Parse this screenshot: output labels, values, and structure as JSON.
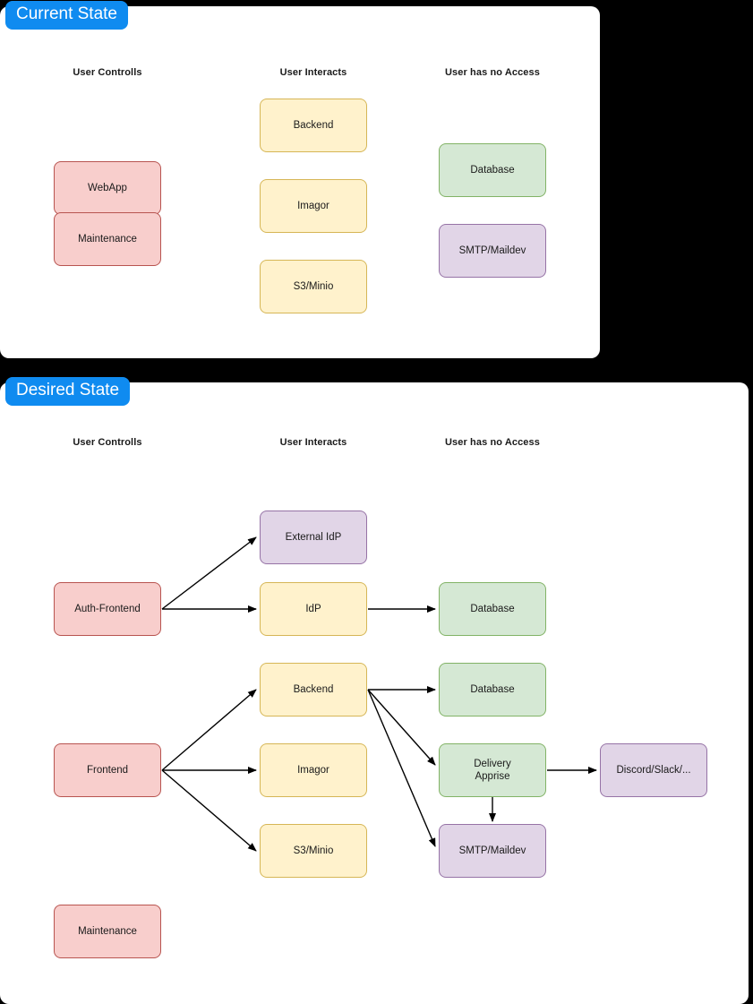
{
  "diagram": {
    "title_tabs": [
      {
        "id": "current",
        "label": "Current State"
      },
      {
        "id": "desired",
        "label": "Desired State"
      }
    ],
    "column_headers": [
      "User Controlls",
      "User Interacts",
      "User has no Access"
    ],
    "colors": {
      "tab_background": "#0f8bf0",
      "tab_text": "#ffffff",
      "panel_background": "#ffffff",
      "canvas_background": "#000000",
      "red_fill": "#f8cecc",
      "red_stroke": "#b85450",
      "yellow_fill": "#fff2cc",
      "yellow_stroke": "#d6b656",
      "green_fill": "#d5e8d4",
      "green_stroke": "#82b366",
      "purple_fill": "#e1d5e7",
      "purple_stroke": "#9673a6",
      "edge_stroke": "#000000"
    },
    "current_state": {
      "headers": {
        "controls": "User Controlls",
        "interacts": "User Interacts",
        "no_access": "User has no Access"
      },
      "nodes": [
        {
          "id": "cs-webapp",
          "label": "WebApp",
          "color": "red",
          "column": "User Controlls"
        },
        {
          "id": "cs-maintenance",
          "label": "Maintenance",
          "color": "red",
          "column": "User Controlls"
        },
        {
          "id": "cs-backend",
          "label": "Backend",
          "color": "yellow",
          "column": "User Interacts"
        },
        {
          "id": "cs-imagor",
          "label": "Imagor",
          "color": "yellow",
          "column": "User Interacts"
        },
        {
          "id": "cs-s3minio",
          "label": "S3/Minio",
          "color": "yellow",
          "column": "User Interacts"
        },
        {
          "id": "cs-database",
          "label": "Database",
          "color": "green",
          "column": "User has no Access"
        },
        {
          "id": "cs-smtp",
          "label": "SMTP/Maildev",
          "color": "purple",
          "column": "User has no Access"
        }
      ],
      "edges": []
    },
    "desired_state": {
      "headers": {
        "controls": "User Controlls",
        "interacts": "User Interacts",
        "no_access": "User has no Access"
      },
      "nodes": [
        {
          "id": "ds-authfrontend",
          "label": "Auth-Frontend",
          "color": "red",
          "column": "User Controlls"
        },
        {
          "id": "ds-frontend",
          "label": "Frontend",
          "color": "red",
          "column": "User Controlls"
        },
        {
          "id": "ds-maintenance",
          "label": "Maintenance",
          "color": "red",
          "column": "User Controlls"
        },
        {
          "id": "ds-externalidp",
          "label": "External IdP",
          "color": "purple",
          "column": "User Interacts"
        },
        {
          "id": "ds-idp",
          "label": "IdP",
          "color": "yellow",
          "column": "User Interacts"
        },
        {
          "id": "ds-backend",
          "label": "Backend",
          "color": "yellow",
          "column": "User Interacts"
        },
        {
          "id": "ds-imagor",
          "label": "Imagor",
          "color": "yellow",
          "column": "User Interacts"
        },
        {
          "id": "ds-s3minio",
          "label": "S3/Minio",
          "color": "yellow",
          "column": "User Interacts"
        },
        {
          "id": "ds-database-idp",
          "label": "Database",
          "color": "green",
          "column": "User has no Access"
        },
        {
          "id": "ds-database-be",
          "label": "Database",
          "color": "green",
          "column": "User has no Access"
        },
        {
          "id": "ds-delivery",
          "label": "Delivery\nApprise",
          "color": "green",
          "column": "User has no Access"
        },
        {
          "id": "ds-smtp",
          "label": "SMTP/Maildev",
          "color": "purple",
          "column": "User has no Access"
        },
        {
          "id": "ds-discord",
          "label": "Discord/Slack/...",
          "color": "purple",
          "column": "User has no Access"
        }
      ],
      "edges": [
        {
          "from": "ds-authfrontend",
          "to": "ds-externalidp"
        },
        {
          "from": "ds-authfrontend",
          "to": "ds-idp"
        },
        {
          "from": "ds-idp",
          "to": "ds-database-idp"
        },
        {
          "from": "ds-frontend",
          "to": "ds-backend"
        },
        {
          "from": "ds-frontend",
          "to": "ds-imagor"
        },
        {
          "from": "ds-frontend",
          "to": "ds-s3minio"
        },
        {
          "from": "ds-backend",
          "to": "ds-database-be"
        },
        {
          "from": "ds-backend",
          "to": "ds-delivery"
        },
        {
          "from": "ds-backend",
          "to": "ds-smtp"
        },
        {
          "from": "ds-delivery",
          "to": "ds-discord"
        },
        {
          "from": "ds-delivery",
          "to": "ds-smtp"
        }
      ]
    }
  }
}
